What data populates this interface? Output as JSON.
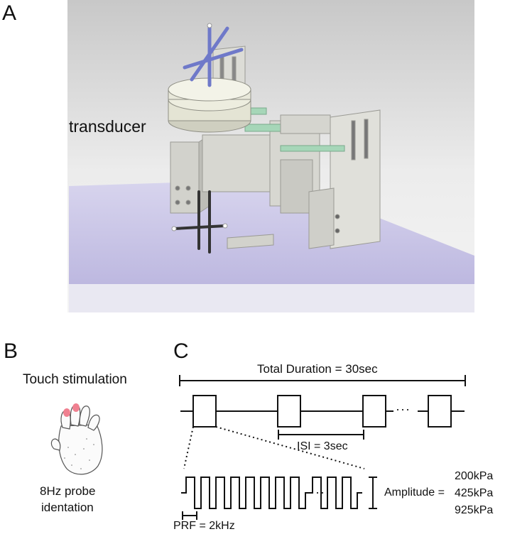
{
  "panels": {
    "a": {
      "letter": "A",
      "label": "transducer"
    },
    "b": {
      "letter": "B",
      "title": "Touch stimulation",
      "caption_line1": "8Hz probe",
      "caption_line2": "identation"
    },
    "c": {
      "letter": "C",
      "total_duration": "Total Duration = 30sec",
      "isi": "ISI = 3sec",
      "ellipsis": "···",
      "prf": "PRF = 2kHz",
      "amplitude_label": "Amplitude =",
      "amplitudes": [
        "200kPa",
        "425kPa",
        "925kPa"
      ]
    }
  },
  "colors": {
    "platform": "#c9c6e6",
    "device_body": "#d9d9d3",
    "rod_blue": "#6f79c9",
    "rod_green": "#a6d6b8",
    "fingertip": "#f08090"
  }
}
